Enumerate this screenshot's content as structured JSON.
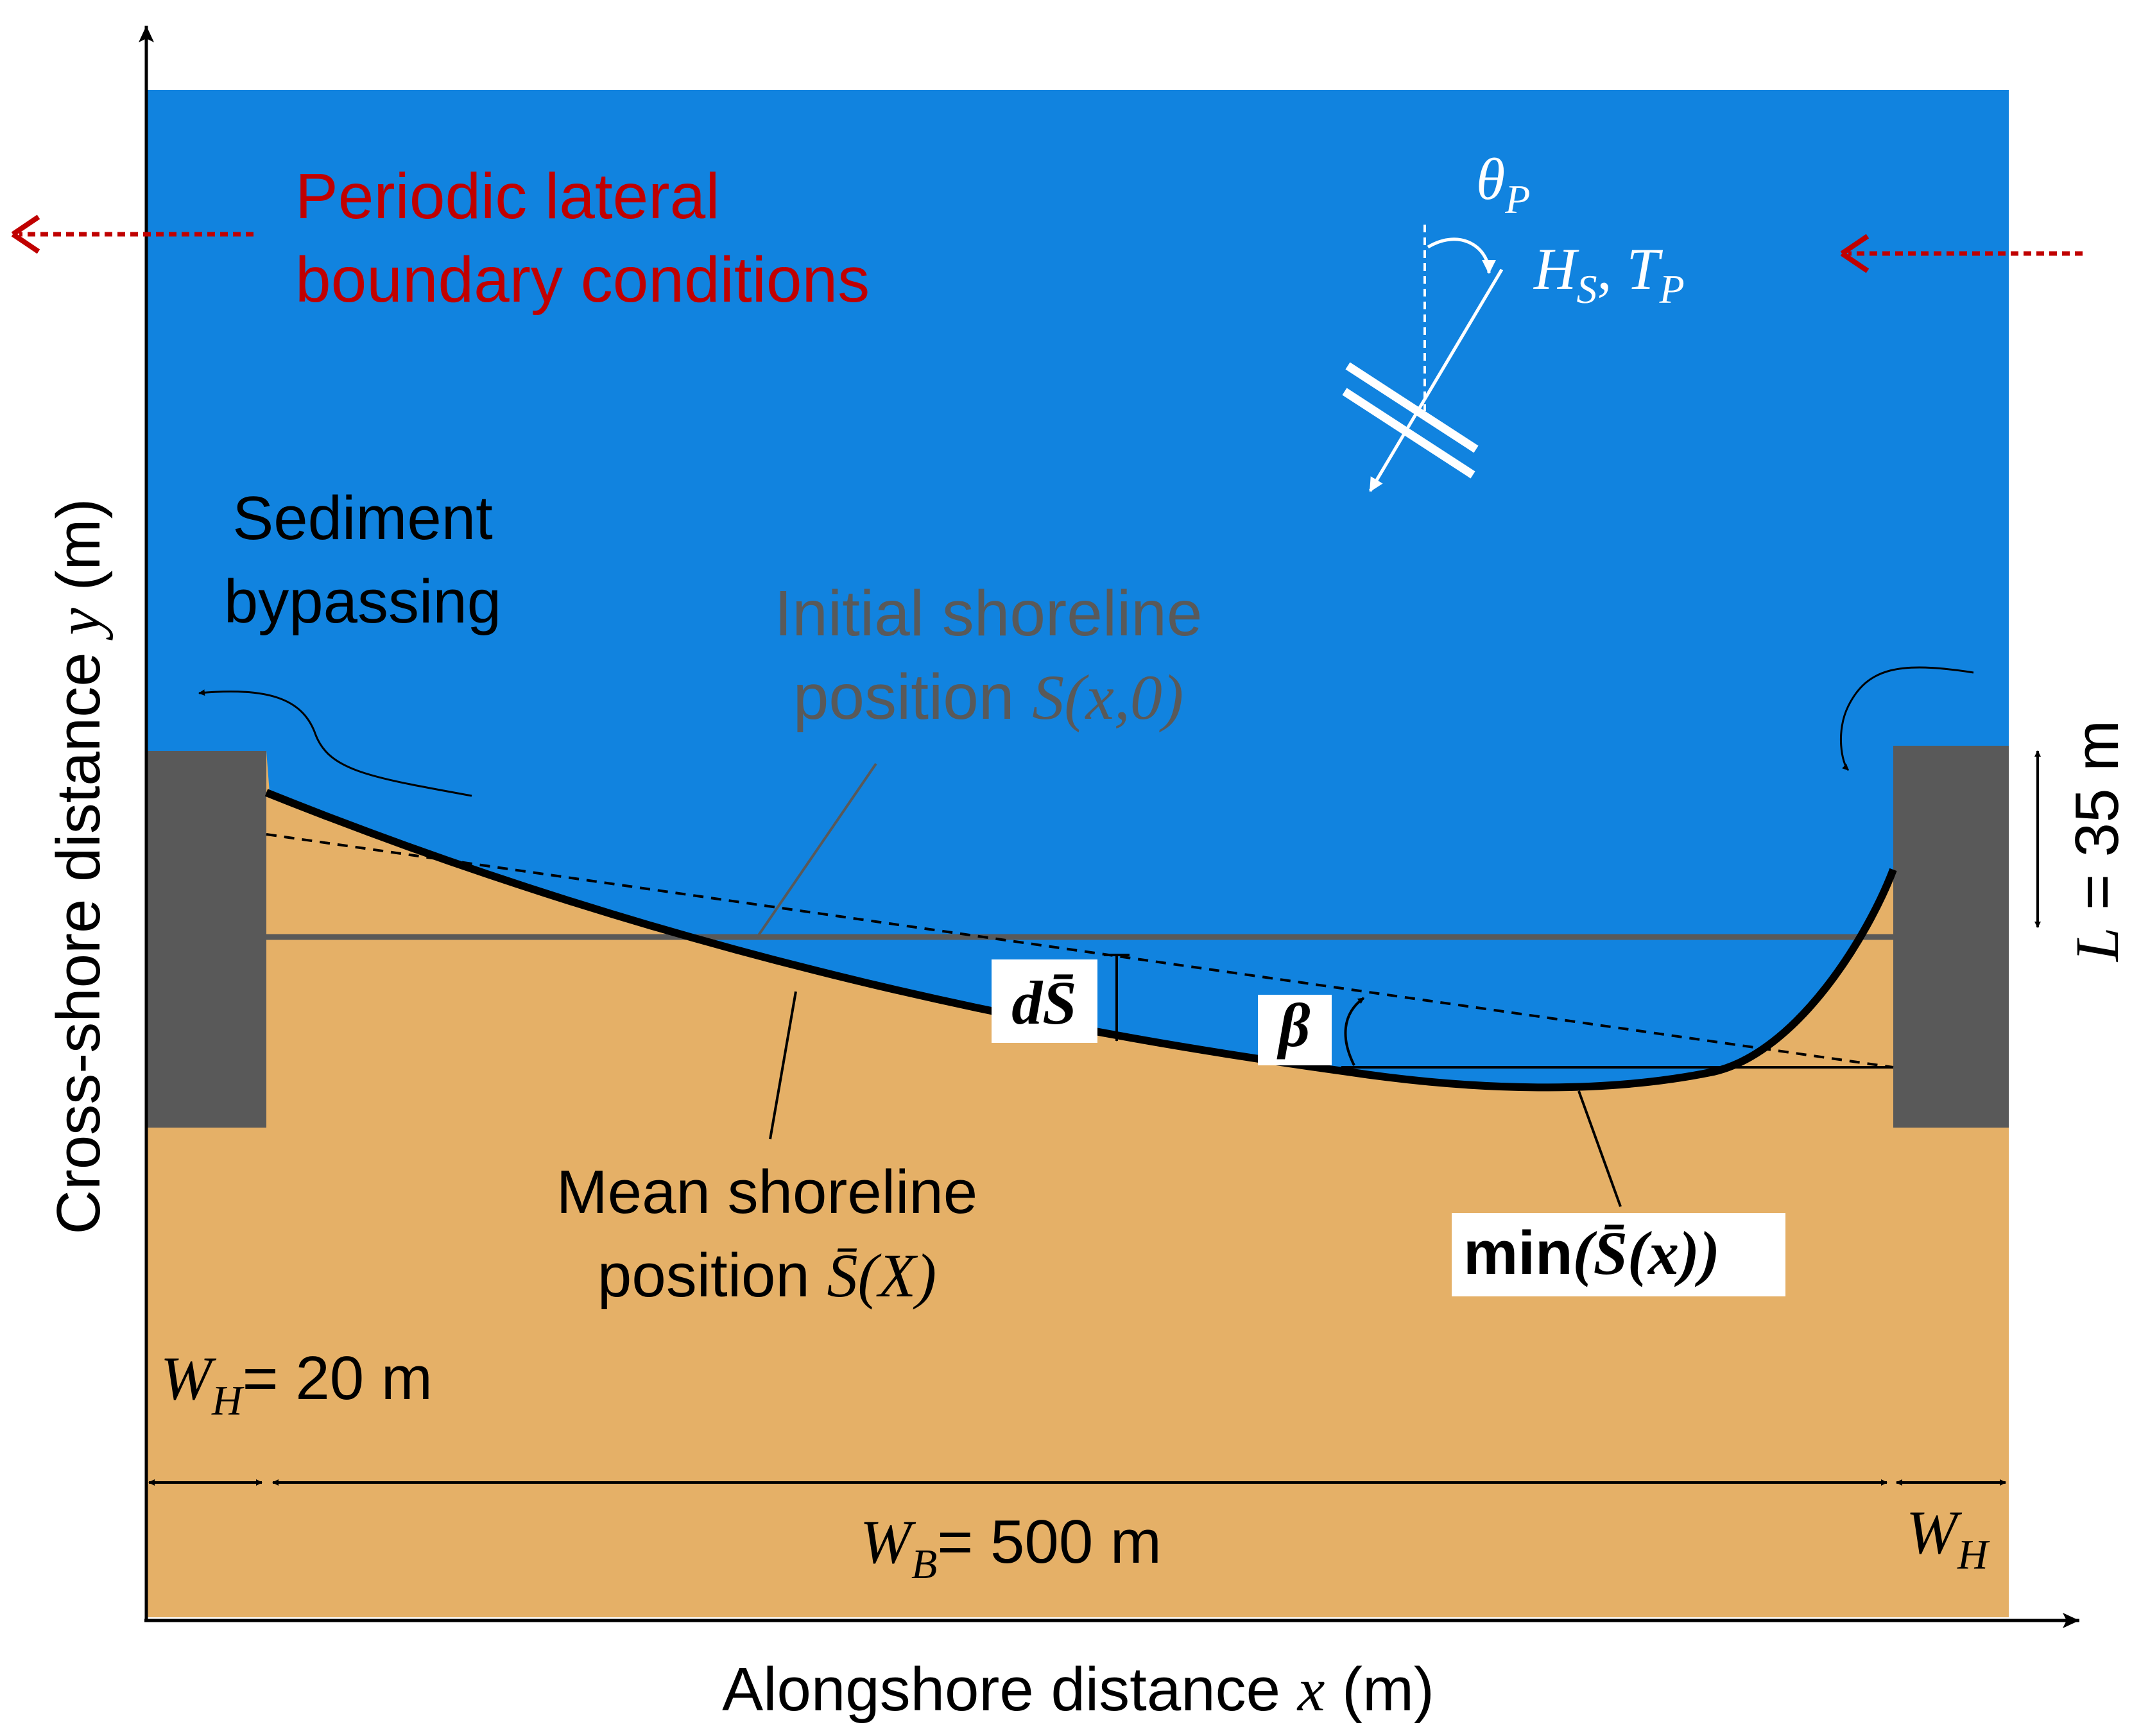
{
  "axes": {
    "x_label_prefix": "Alongshore distance ",
    "x_label_var": "x",
    "x_label_suffix": " (m)",
    "y_label_prefix": "Cross-shore distance ",
    "y_label_var": "y",
    "y_label_suffix": " (m)"
  },
  "boundary": {
    "line1": "Periodic lateral",
    "line2": "boundary conditions"
  },
  "waves": {
    "theta": "θ",
    "theta_sub": "P",
    "height": "H",
    "height_sub": "S",
    "comma": ", ",
    "period": "T",
    "period_sub": "P"
  },
  "sediment": {
    "line1": "Sediment",
    "line2": "bypassing"
  },
  "initial": {
    "line1": "Initial shoreline",
    "line2_prefix": "position ",
    "line2_expr": "S(x,0)"
  },
  "mean": {
    "line1": "Mean shoreline",
    "line2_prefix": "position ",
    "line2_expr": "S̄(X)"
  },
  "min_label": {
    "prefix": "min",
    "expr": "(S̄(x))"
  },
  "ds_label": "dS̄",
  "beta_label": "β",
  "groin_length": {
    "var": "L",
    "text": " = 35 m"
  },
  "groin_width": {
    "var": "W",
    "sub": "H",
    "text": "= 20 m"
  },
  "beach_width": {
    "var": "W",
    "sub": "B",
    "text": "= 500 m"
  },
  "groin_width_right": {
    "var": "W",
    "sub": "H"
  },
  "colors": {
    "water": "#1183df",
    "sand": "#e5b067",
    "groin": "#595959",
    "boundary_arrow": "#c00000"
  }
}
